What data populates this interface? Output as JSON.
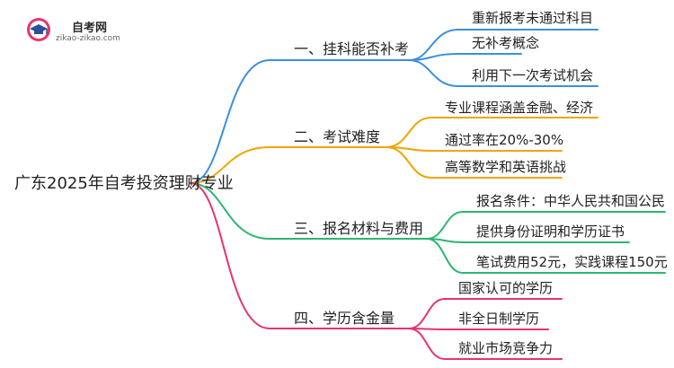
{
  "logo": {
    "name": "自考网",
    "url": "zikao-zikao.com"
  },
  "root": "广东2025年自考投资理财专业",
  "colors": {
    "blue": "#3b8fe0",
    "orange": "#f0a500",
    "green": "#2bb673",
    "pink": "#e8336d"
  },
  "branches": [
    {
      "label": "一、挂科能否补考",
      "leaves": [
        "重新报考未通过科目",
        "无补考概念",
        "利用下一次考试机会"
      ]
    },
    {
      "label": "二、考试难度",
      "leaves": [
        "专业课程涵盖金融、经济",
        "通过率在20%-30%",
        "高等数学和英语挑战"
      ]
    },
    {
      "label": "三、报名材料与费用",
      "leaves": [
        "报名条件：中华人民共和国公民",
        "提供身份证明和学历证书",
        "笔试费用52元，实践课程150元"
      ]
    },
    {
      "label": "四、学历含金量",
      "leaves": [
        "国家认可的学历",
        "非全日制学历",
        "就业市场竞争力"
      ]
    }
  ]
}
